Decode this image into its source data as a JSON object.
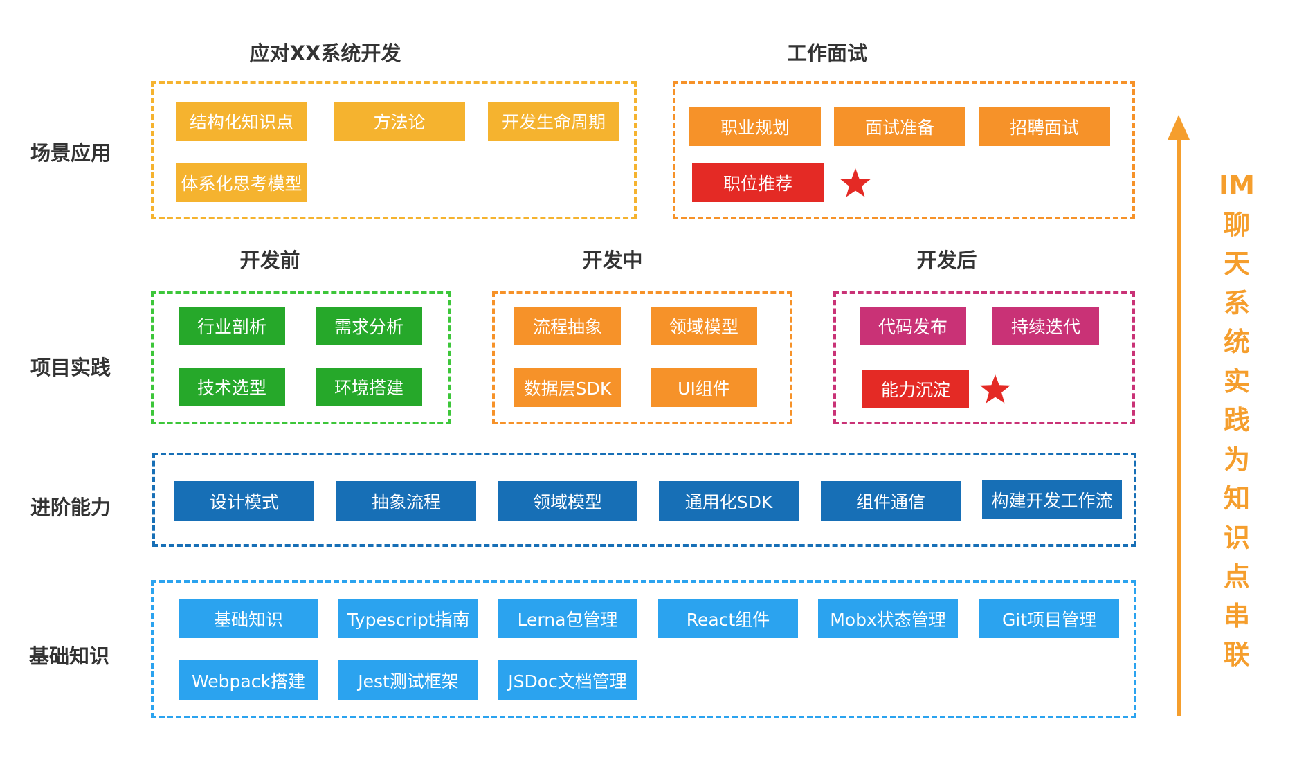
{
  "rows": {
    "scenario": "场景应用",
    "project": "项目实践",
    "advanced": "进阶能力",
    "basics": "基础知识"
  },
  "scenario": {
    "left": {
      "title": "应对XX系统开发",
      "items": [
        "结构化知识点",
        "方法论",
        "开发生命周期",
        "体系化思考模型"
      ]
    },
    "right": {
      "title": "工作面试",
      "items": [
        "职业规划",
        "面试准备",
        "招聘面试",
        "职位推荐"
      ]
    }
  },
  "project": {
    "before": {
      "title": "开发前",
      "items": [
        "行业剖析",
        "需求分析",
        "技术选型",
        "环境搭建"
      ]
    },
    "during": {
      "title": "开发中",
      "items": [
        "流程抽象",
        "领域模型",
        "数据层SDK",
        "UI组件"
      ]
    },
    "after": {
      "title": "开发后",
      "items": [
        "代码发布",
        "持续迭代",
        "能力沉淀"
      ]
    }
  },
  "advanced": {
    "items": [
      "设计模式",
      "抽象流程",
      "领域模型",
      "通用化SDK",
      "组件通信",
      "构建开发工作流"
    ]
  },
  "basics": {
    "items": [
      "基础知识",
      "Typescript指南",
      "Lerna包管理",
      "React组件",
      "Mobx状态管理",
      "Git项目管理",
      "Webpack搭建",
      "Jest测试框架",
      "JSDoc文档管理"
    ]
  },
  "side": {
    "chars": [
      "IM",
      "聊",
      "天",
      "系",
      "统",
      "实",
      "践",
      "为",
      "知",
      "识",
      "点",
      "串",
      "联"
    ]
  },
  "colors": {
    "yellow": "#f5b32f",
    "orange": "#f69229",
    "red": "#e42a25",
    "green": "#26a82a",
    "magenta": "#c93276",
    "dark_blue": "#176fb6",
    "light_blue": "#2ba3ef",
    "arrow": "#f59e2d"
  },
  "icons": [
    "star-icon",
    "arrow-up-icon"
  ]
}
